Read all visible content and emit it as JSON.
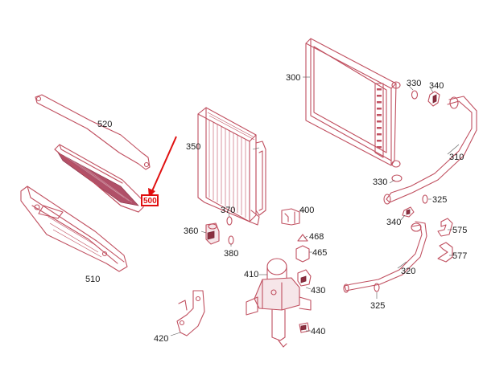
{
  "diagram": {
    "labels": [
      {
        "id": "300",
        "text": "300"
      },
      {
        "id": "310",
        "text": "310"
      },
      {
        "id": "320",
        "text": "320"
      },
      {
        "id": "325a",
        "text": "325"
      },
      {
        "id": "325b",
        "text": "325"
      },
      {
        "id": "330a",
        "text": "330"
      },
      {
        "id": "330b",
        "text": "330"
      },
      {
        "id": "340a",
        "text": "340"
      },
      {
        "id": "340b",
        "text": "340"
      },
      {
        "id": "350",
        "text": "350"
      },
      {
        "id": "360",
        "text": "360"
      },
      {
        "id": "370",
        "text": "370"
      },
      {
        "id": "380",
        "text": "380"
      },
      {
        "id": "400",
        "text": "400"
      },
      {
        "id": "410",
        "text": "410"
      },
      {
        "id": "420",
        "text": "420"
      },
      {
        "id": "430",
        "text": "430"
      },
      {
        "id": "440",
        "text": "440"
      },
      {
        "id": "465",
        "text": "465"
      },
      {
        "id": "468",
        "text": "468"
      },
      {
        "id": "510",
        "text": "510"
      },
      {
        "id": "520",
        "text": "520"
      },
      {
        "id": "575",
        "text": "575"
      },
      {
        "id": "577",
        "text": "577"
      }
    ],
    "highlight": {
      "text": "500",
      "color": "#e01010"
    },
    "line_color": "#c05060"
  }
}
